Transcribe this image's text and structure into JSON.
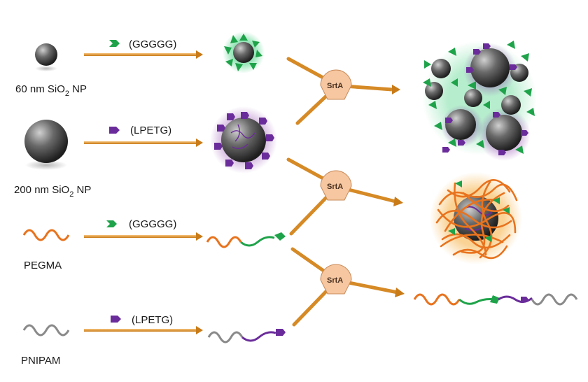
{
  "labels": {
    "np60": "60 nm SiO",
    "np60_sub": "2",
    "np60_suffix": " NP",
    "np200": "200 nm SiO",
    "np200_sub": "2",
    "np200_suffix": " NP",
    "pegma": "PEGMA",
    "pnipam": "PNIPAM"
  },
  "peptides": {
    "gggg_1": "(GGGGG)",
    "lpetg_1": "(LPETG)",
    "gggg_2": "(GGGGG)",
    "lpetg_2": "(LPETG)"
  },
  "enzyme": {
    "srt_1": "SrtA",
    "srt_2": "SrtA",
    "srt_3": "SrtA"
  },
  "colors": {
    "arrow": "#e8a03a",
    "green_tag": "#1fa34a",
    "purple_tag": "#6a2c9a",
    "pegma": "#e8731e",
    "pnipam": "#8a8a8a",
    "srt_fill": "#f6c7a0",
    "np": "#555555"
  }
}
